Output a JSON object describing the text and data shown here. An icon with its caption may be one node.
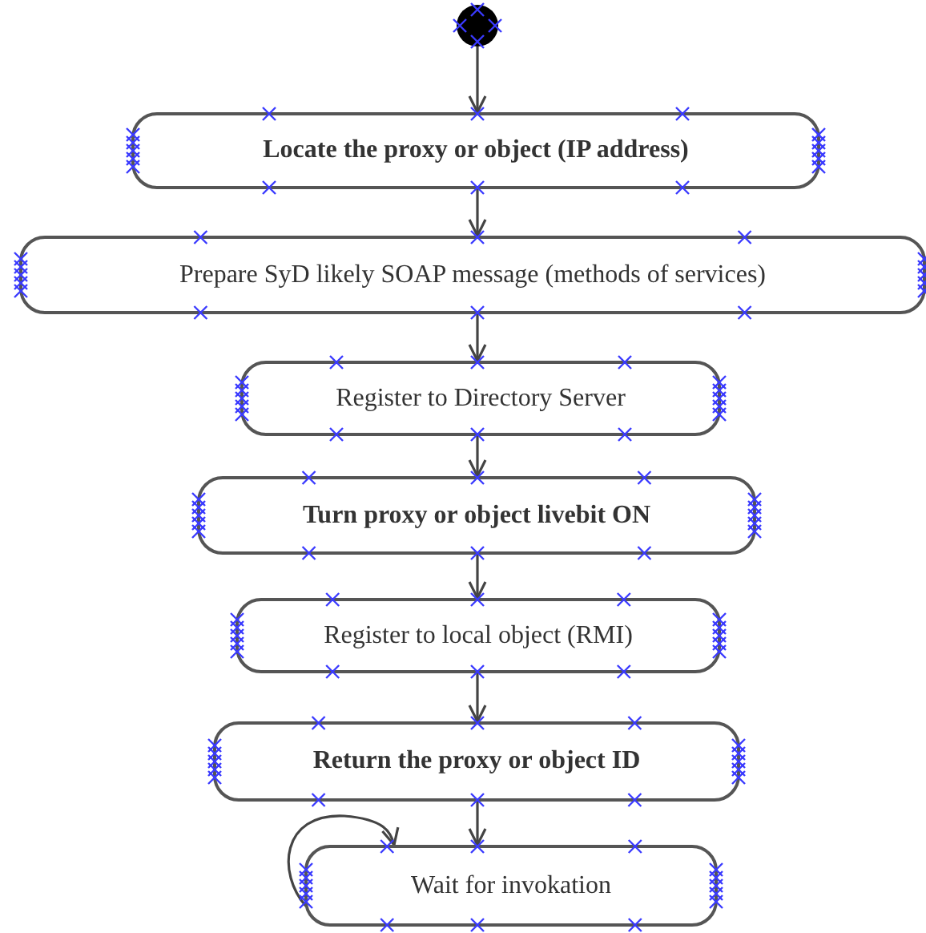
{
  "diagram": {
    "nodes": [
      {
        "text": [],
        "shape": "circle"
      },
      {
        "text": [
          "Locate the proxy or object (IP address)"
        ]
      },
      {
        "text": [
          "Prepare SyD likely SOAP message (methods of services)"
        ]
      },
      {
        "text": [
          "Register to Directory Server"
        ]
      },
      {
        "text": [
          "Turn proxy or object livebit ON"
        ]
      },
      {
        "text": [
          "Register to local object (RMI)"
        ]
      },
      {
        "text": [
          "Return the proxy or object ID"
        ]
      },
      {
        "text": [
          "Wait for invokation"
        ]
      }
    ],
    "edges": [
      {
        "from": 0,
        "to": 1,
        "arrow": "to"
      },
      {
        "from": 1,
        "to": 2,
        "arrow": "to"
      },
      {
        "from": 2,
        "to": 3,
        "arrow": "to"
      },
      {
        "from": 3,
        "to": 4,
        "arrow": "to"
      },
      {
        "from": 4,
        "to": 5,
        "arrow": "to"
      },
      {
        "from": 5,
        "to": 6,
        "arrow": "to"
      },
      {
        "from": 6,
        "to": 7,
        "arrow": "to"
      },
      {
        "from": 7,
        "to": 7,
        "arrow": "to"
      }
    ]
  }
}
